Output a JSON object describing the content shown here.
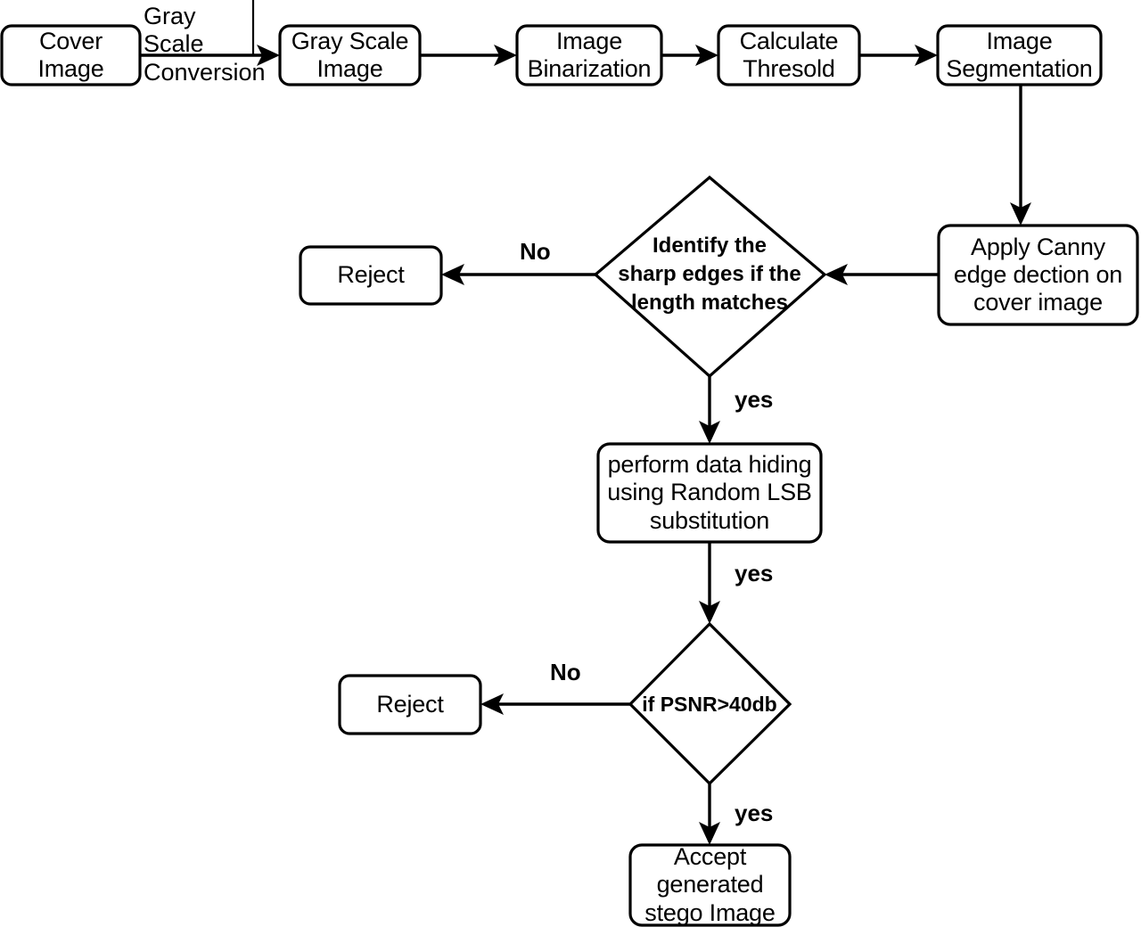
{
  "diagram": {
    "title": "Image steganography process flowchart",
    "colors": {
      "stroke": "#000000",
      "fill": "#ffffff",
      "background": "#ffffff",
      "text": "#000000"
    },
    "nodes": {
      "cover_image": "Cover\nImage",
      "gray_scale_image": "Gray Scale\nImage",
      "image_binarization": "Image\nBinarization",
      "calculate_thresold": "Calculate\nThresold",
      "image_segmentation": "Image\nSegmentation",
      "apply_canny": "Apply Canny\nedge dection on\ncover image",
      "identify_edges": "Identify the\nsharp edges if the\nlength matches",
      "reject_edges": "Reject",
      "perform_data_hiding": "perform data hiding\nusing Random LSB\nsubstitution",
      "psnr_check": "if PSNR>40db",
      "reject_psnr": "Reject",
      "accept_stego": "Accept\ngenerated\nstego Image"
    },
    "edge_labels": {
      "gray_scale_conversion": "Gray Scale\nConversion",
      "no_edges": "No",
      "yes_edges": "yes",
      "yes_hiding": "yes",
      "no_psnr": "No",
      "yes_psnr": "yes"
    }
  }
}
